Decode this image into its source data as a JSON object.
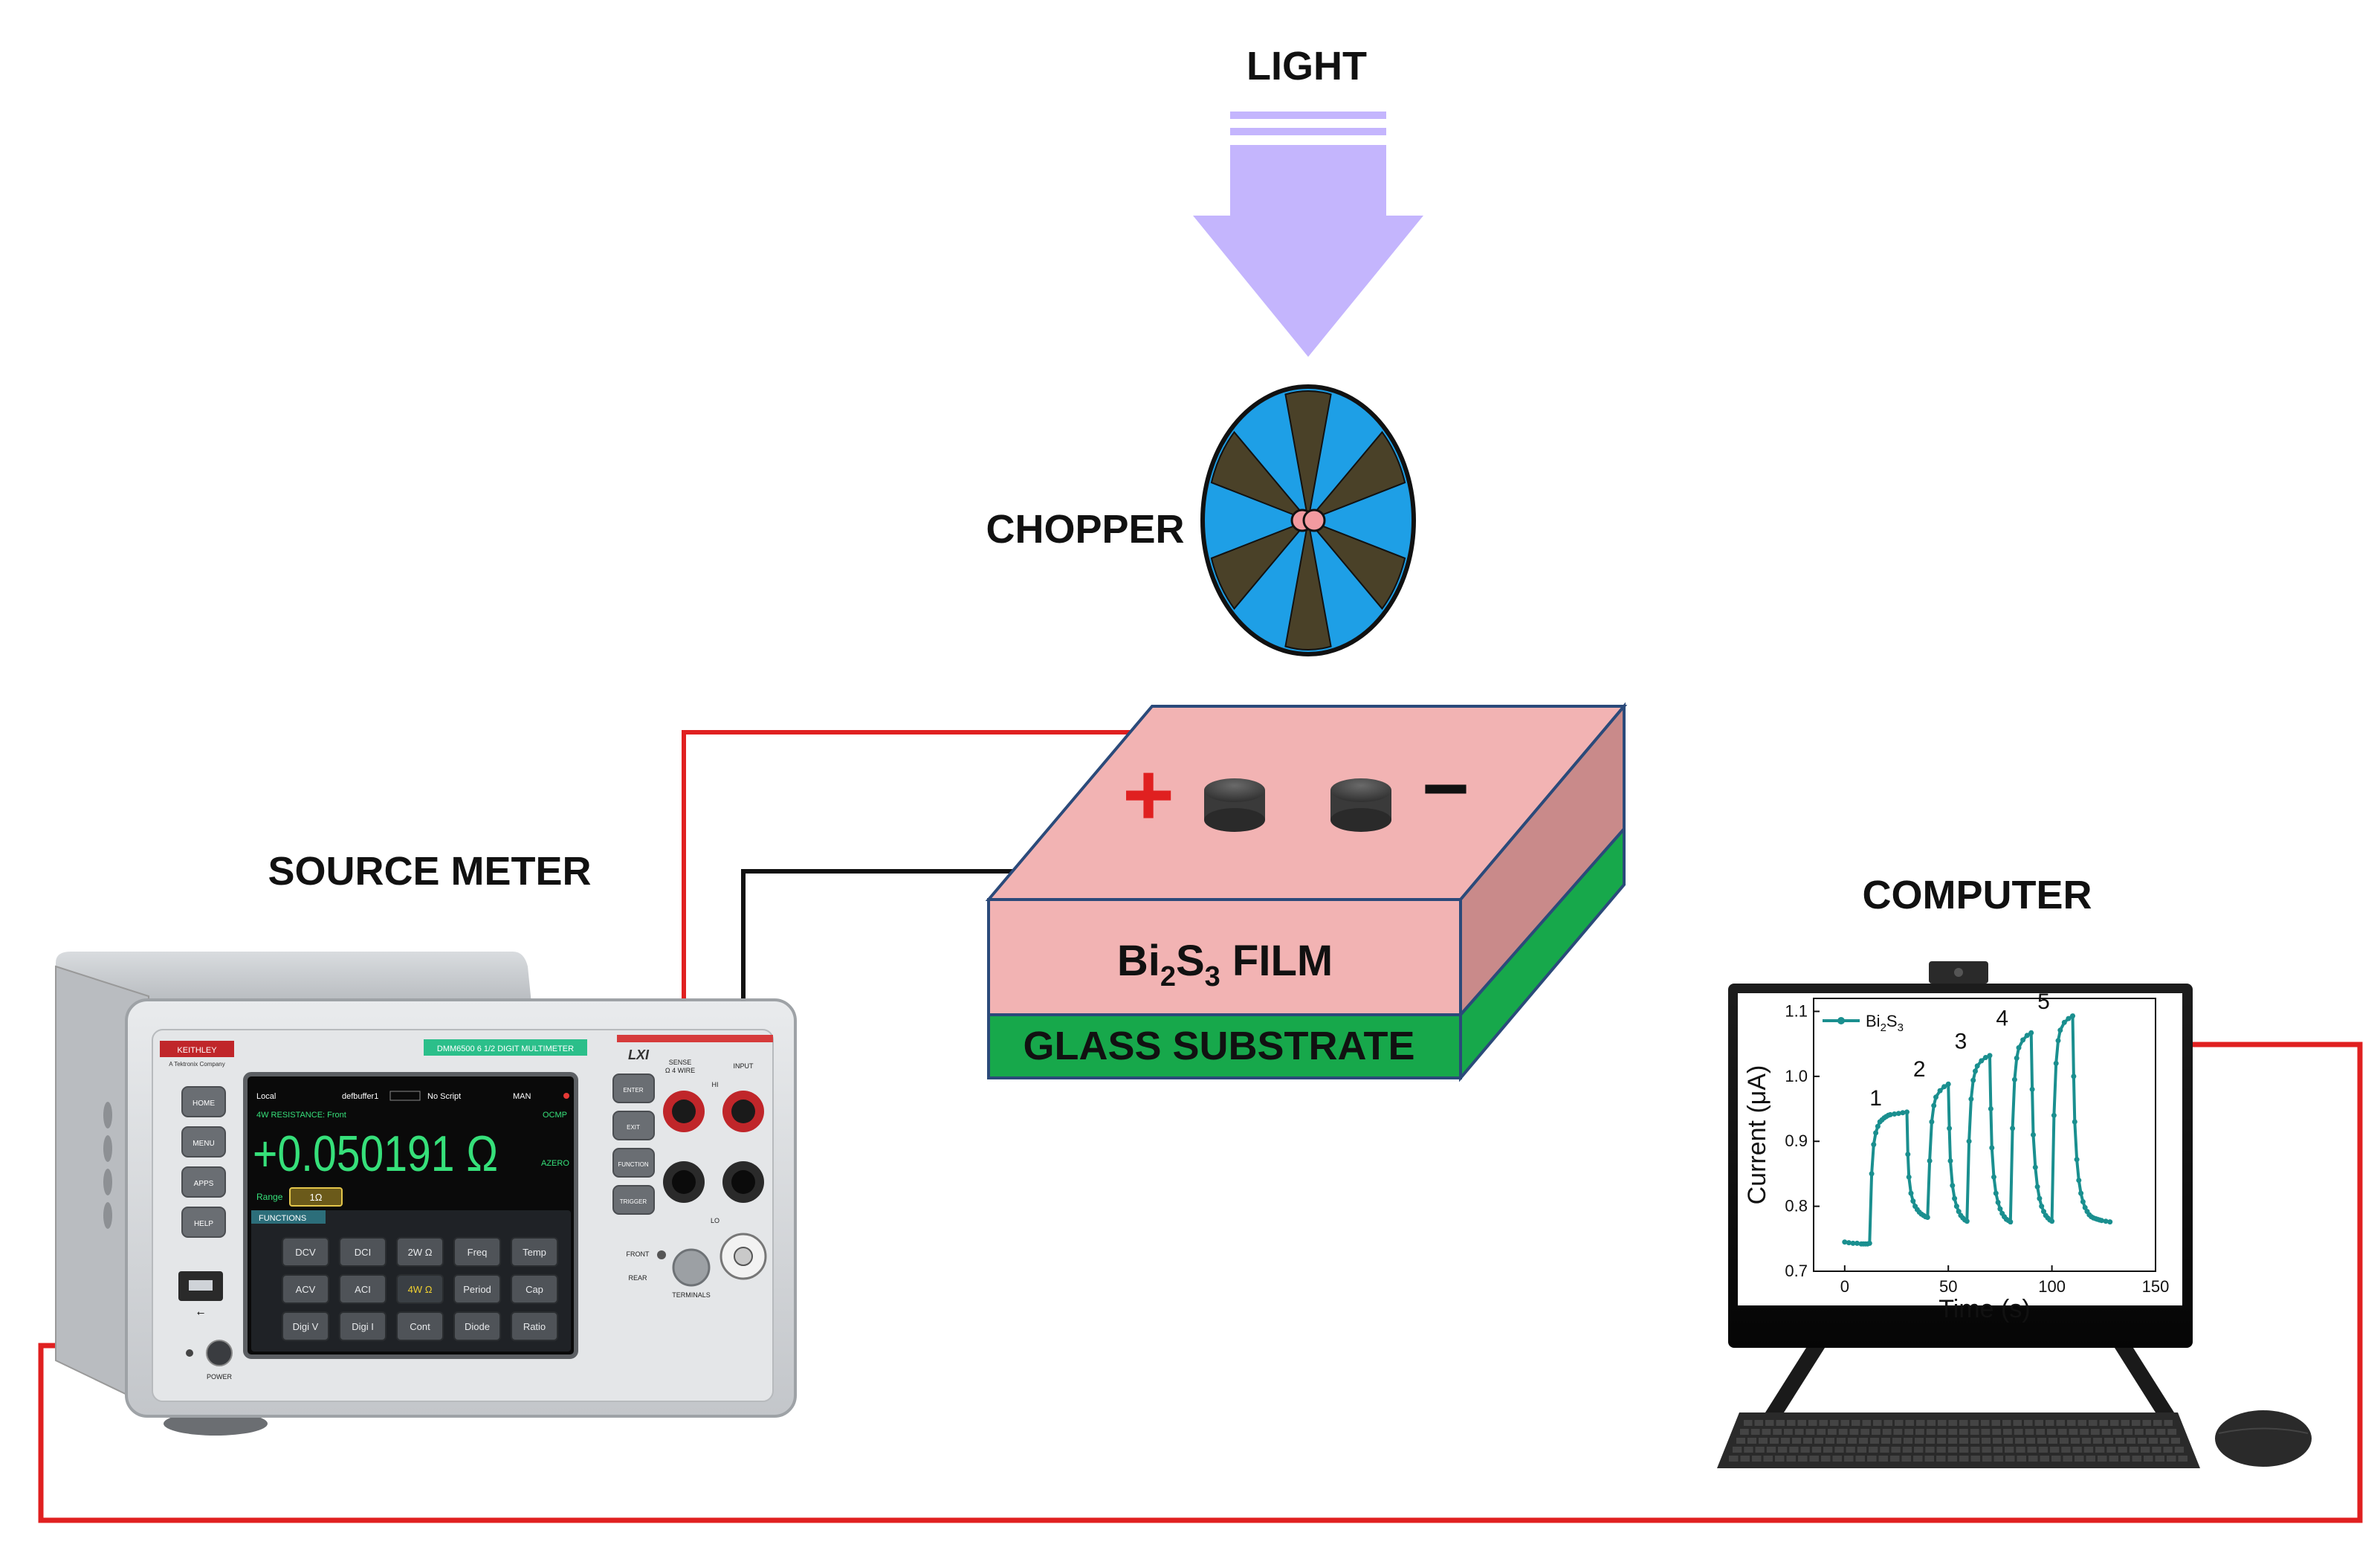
{
  "labels": {
    "light": "LIGHT",
    "chopper": "CHOPPER",
    "source_meter": "SOURCE METER",
    "computer": "COMPUTER",
    "film_prefix": "Bi",
    "film_sub1": "2",
    "film_mid": "S",
    "film_sub2": "3",
    "film_suffix": " FILM",
    "substrate": "GLASS SUBSTRATE",
    "plus": "+",
    "minus": "−"
  },
  "meter": {
    "brand": "KEITHLEY",
    "brand_sub": "A Tektronix Company",
    "model": "DMM6500 6 1/2 DIGIT MULTIMETER",
    "lxi": "LXI",
    "status_left": "Local",
    "buffer": "defbuffer1",
    "script": "No Script",
    "mode": "MAN",
    "function_line": "4W RESISTANCE: Front",
    "reading": "+0.050191 Ω",
    "ocmp": "OCMP",
    "azero": "AZERO",
    "range_label": "Range",
    "range_value": "1Ω",
    "functions_tab": "FUNCTIONS",
    "keys_row1": [
      "DCV",
      "DCI",
      "2W Ω",
      "Freq",
      "Temp"
    ],
    "keys_row2": [
      "ACV",
      "ACI",
      "4W Ω",
      "Period",
      "Cap"
    ],
    "keys_row3": [
      "Digi V",
      "Digi I",
      "Cont",
      "Diode",
      "Ratio"
    ],
    "side_buttons": [
      "HOME",
      "MENU",
      "APPS",
      "HELP"
    ],
    "right_buttons": [
      "ENTER",
      "EXIT",
      "FUNCTION",
      "TRIGGER"
    ],
    "terminal_top1": "SENSE",
    "terminal_top2": "Ω 4 WIRE",
    "terminal_input": "INPUT",
    "terminal_hi": "HI",
    "terminal_lo": "LO",
    "front": "FRONT",
    "rear": "REAR",
    "terminals": "TERMINALS",
    "power": "POWER"
  },
  "colors": {
    "light_arrow": "#c4b5fd",
    "chopper_blade": "#1e9fe6",
    "chopper_sector": "#4a4128",
    "film_top": "#f2b3b3",
    "film_side": "#c98a8a",
    "substrate": "#17a84b",
    "wire_red": "#e02020",
    "wire_black": "#111111",
    "screen_green": "#36e07a",
    "plot_line": "#1a8f8f"
  },
  "chart_data": {
    "type": "line",
    "title": "",
    "xlabel": "Time (s)",
    "ylabel": "Current (μA)",
    "xlim": [
      -15,
      150
    ],
    "ylim": [
      0.7,
      1.12
    ],
    "xticks": [
      0,
      50,
      100,
      150
    ],
    "yticks": [
      0.7,
      0.8,
      0.9,
      1.0,
      1.1
    ],
    "legend": "top-left",
    "series": [
      {
        "name": "Bi2S3",
        "x": [
          0,
          2,
          4,
          6,
          8,
          9,
          10,
          11,
          12,
          13,
          14,
          15,
          16,
          17,
          18,
          19,
          20,
          21,
          22,
          24,
          26,
          28,
          30,
          30.5,
          31,
          32,
          33,
          34,
          35,
          36,
          37,
          38,
          39,
          40,
          41,
          42,
          43,
          44,
          46,
          48,
          50,
          50.5,
          51,
          52,
          53,
          54,
          55,
          56,
          57,
          58,
          59,
          60,
          61,
          62,
          63,
          64,
          66,
          68,
          70,
          70.5,
          71,
          72,
          73,
          74,
          75,
          76,
          77,
          78,
          79,
          80,
          81,
          82,
          83,
          84,
          86,
          88,
          90,
          90.5,
          91,
          92,
          93,
          94,
          95,
          96,
          97,
          98,
          99,
          100,
          101,
          102,
          103,
          104,
          106,
          108,
          110,
          110.5,
          111,
          112,
          113,
          114,
          115,
          116,
          117,
          118,
          119,
          120,
          121,
          122,
          123,
          124,
          126,
          128
        ],
        "y": [
          0.745,
          0.744,
          0.743,
          0.743,
          0.742,
          0.742,
          0.742,
          0.742,
          0.743,
          0.85,
          0.895,
          0.913,
          0.923,
          0.93,
          0.933,
          0.936,
          0.938,
          0.94,
          0.941,
          0.942,
          0.943,
          0.944,
          0.945,
          0.88,
          0.845,
          0.82,
          0.808,
          0.8,
          0.795,
          0.791,
          0.788,
          0.786,
          0.784,
          0.783,
          0.87,
          0.93,
          0.955,
          0.968,
          0.978,
          0.984,
          0.988,
          0.92,
          0.87,
          0.832,
          0.812,
          0.8,
          0.792,
          0.786,
          0.782,
          0.779,
          0.777,
          0.9,
          0.965,
          0.994,
          1.008,
          1.016,
          1.024,
          1.029,
          1.032,
          0.95,
          0.89,
          0.845,
          0.82,
          0.806,
          0.796,
          0.789,
          0.784,
          0.78,
          0.778,
          0.776,
          0.92,
          0.995,
          1.028,
          1.044,
          1.056,
          1.063,
          1.067,
          0.98,
          0.91,
          0.86,
          0.83,
          0.812,
          0.8,
          0.792,
          0.786,
          0.782,
          0.779,
          0.777,
          0.94,
          1.02,
          1.055,
          1.071,
          1.083,
          1.089,
          1.093,
          1.0,
          0.93,
          0.872,
          0.84,
          0.82,
          0.807,
          0.798,
          0.792,
          0.787,
          0.784,
          0.782,
          0.781,
          0.78,
          0.779,
          0.778,
          0.777,
          0.776
        ]
      }
    ],
    "annotations": [
      {
        "text": "1",
        "x": 15,
        "y": 0.955
      },
      {
        "text": "2",
        "x": 36,
        "y": 1.0
      },
      {
        "text": "3",
        "x": 56,
        "y": 1.043
      },
      {
        "text": "4",
        "x": 76,
        "y": 1.078
      },
      {
        "text": "5",
        "x": 96,
        "y": 1.104
      }
    ]
  }
}
